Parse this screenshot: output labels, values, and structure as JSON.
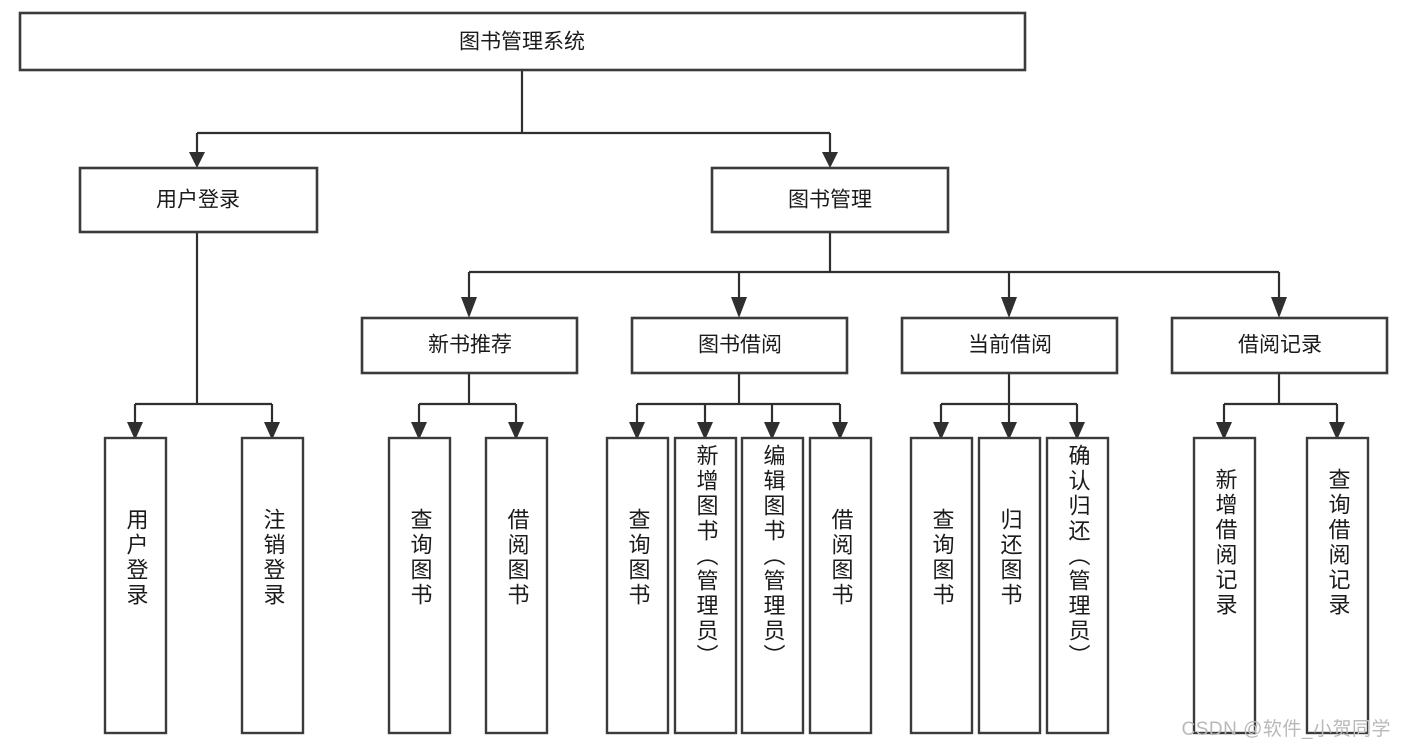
{
  "diagram": {
    "type": "tree-hierarchy-chart",
    "title": "图书管理系统",
    "orientation": "top-down",
    "colors": {
      "box_stroke": "#3b3b3b",
      "box_fill": "#ffffff",
      "connector": "#2f2f2f",
      "text": "#1b1b1b",
      "watermark": "#b9b9b9",
      "background": "#ffffff"
    },
    "root": {
      "label": "图书管理系统"
    },
    "level2": [
      {
        "id": "user-login",
        "label": "用户登录"
      },
      {
        "id": "book-management",
        "label": "图书管理"
      }
    ],
    "level3": [
      {
        "id": "new-book-recommend",
        "label": "新书推荐",
        "parent": "book-management"
      },
      {
        "id": "book-borrow",
        "label": "图书借阅",
        "parent": "book-management"
      },
      {
        "id": "current-borrow",
        "label": "当前借阅",
        "parent": "book-management"
      },
      {
        "id": "borrow-record",
        "label": "借阅记录",
        "parent": "book-management"
      }
    ],
    "leaves": {
      "user-login": [
        {
          "id": "leaf-user-login",
          "label": "用户登录"
        },
        {
          "id": "leaf-user-logout",
          "label": "注销登录"
        }
      ],
      "new-book-recommend": [
        {
          "id": "leaf-query-book-1",
          "label": "查询图书"
        },
        {
          "id": "leaf-borrow-book-1",
          "label": "借阅图书"
        }
      ],
      "book-borrow": [
        {
          "id": "leaf-query-book-2",
          "label": "查询图书"
        },
        {
          "id": "leaf-add-book",
          "label": "新增图书（管理员）"
        },
        {
          "id": "leaf-edit-book",
          "label": "编辑图书（管理员）"
        },
        {
          "id": "leaf-borrow-book-2",
          "label": "借阅图书"
        }
      ],
      "current-borrow": [
        {
          "id": "leaf-query-book-3",
          "label": "查询图书"
        },
        {
          "id": "leaf-return-book",
          "label": "归还图书"
        },
        {
          "id": "leaf-confirm-return",
          "label": "确认归还（管理员）"
        }
      ],
      "borrow-record": [
        {
          "id": "leaf-add-record",
          "label": "新增借阅记录"
        },
        {
          "id": "leaf-query-record",
          "label": "查询借阅记录"
        }
      ]
    }
  },
  "watermark": {
    "text": "CSDN @软件_小贺同学"
  }
}
